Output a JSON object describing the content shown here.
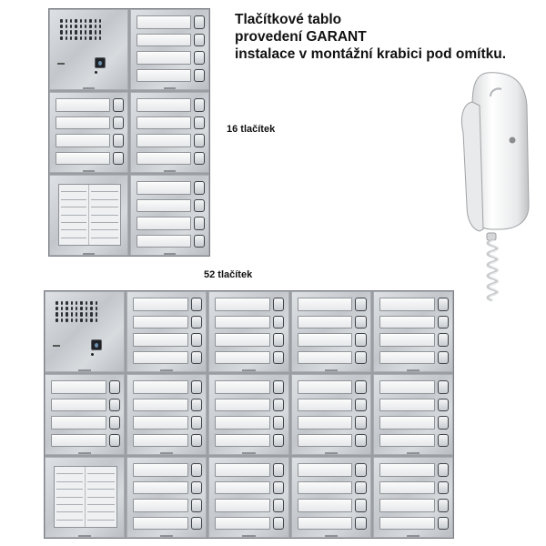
{
  "heading": {
    "line1": "Tlačítkové tablo",
    "line2": "provedení GARANT",
    "line3": "instalace v montážní krabici pod omítku."
  },
  "panel_small": {
    "label": "16 tlačítek",
    "layout": [
      [
        "speaker",
        "buttons"
      ],
      [
        "buttons",
        "buttons"
      ],
      [
        "directory",
        "buttons"
      ]
    ]
  },
  "panel_large": {
    "label": "52 tlačítek",
    "layout": [
      [
        "speaker",
        "buttons",
        "buttons",
        "buttons",
        "buttons"
      ],
      [
        "buttons",
        "buttons",
        "buttons",
        "buttons",
        "buttons"
      ],
      [
        "directory",
        "buttons",
        "buttons",
        "buttons",
        "buttons"
      ]
    ]
  },
  "colors": {
    "panel_metal": "#c3c7cb",
    "button_border": "#3f4348",
    "handset_body": "#f2f2f2"
  },
  "icons": [
    "speaker-grille-icon",
    "camera-icon",
    "handset-icon"
  ]
}
